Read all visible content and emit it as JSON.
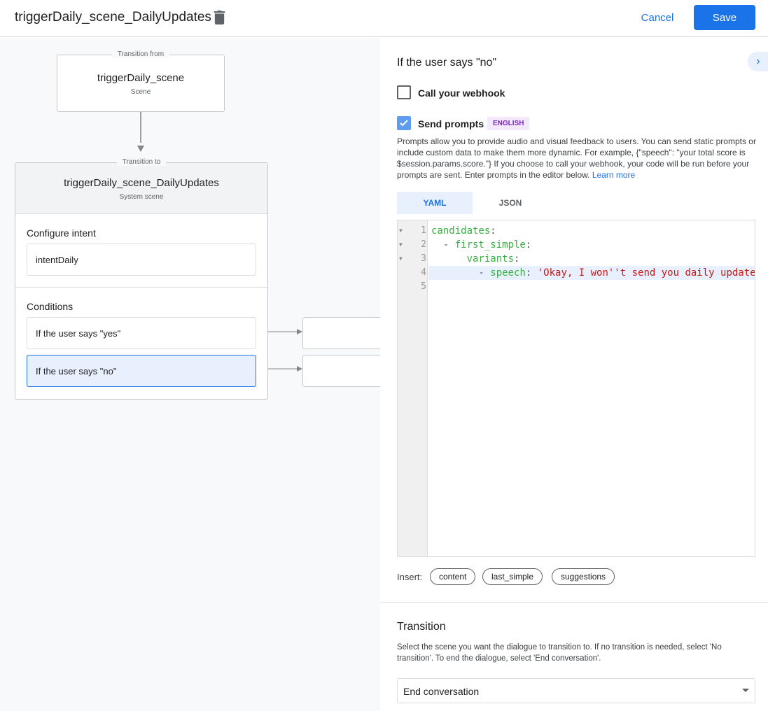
{
  "header": {
    "title": "triggerDaily_scene_DailyUpdates",
    "cancel": "Cancel",
    "save": "Save"
  },
  "canvas": {
    "from": {
      "legend": "Transition from",
      "name": "triggerDaily_scene",
      "type": "Scene"
    },
    "to": {
      "legend": "Transition to",
      "name": "triggerDaily_scene_DailyUpdates",
      "type": "System scene",
      "intent_heading": "Configure intent",
      "intent": "intentDaily",
      "conditions_heading": "Conditions",
      "conditions": [
        "If the user says \"yes\"",
        "If the user says \"no\""
      ]
    }
  },
  "panel": {
    "heading": "If the user says \"no\"",
    "webhook": {
      "label": "Call your webhook",
      "checked": false
    },
    "prompts": {
      "label": "Send prompts",
      "checked": true,
      "badge": "ENGLISH"
    },
    "description": "Prompts allow you to provide audio and visual feedback to users. You can send static prompts or include custom data to make them more dynamic. For example, {\"speech\": \"your total score is $session.params.score.\"} If you choose to call your webhook, your code will be run before your prompts are sent. Enter prompts in the editor below.",
    "learn_more": "Learn more",
    "tabs": [
      "YAML",
      "JSON"
    ],
    "active_tab": "YAML",
    "code": {
      "l1": "candidates",
      "l2": "first_simple",
      "l3": "variants",
      "l4k": "speech",
      "l4v": "'Okay, I won''t send you daily update"
    },
    "line_numbers": [
      "1",
      "2",
      "3",
      "4",
      "5"
    ],
    "insert_label": "Insert:",
    "insert_chips": [
      "content",
      "last_simple",
      "suggestions"
    ],
    "transition": {
      "heading": "Transition",
      "description": "Select the scene you want the dialogue to transition to. If no transition is needed, select 'No transition'. To end the dialogue, select 'End conversation'.",
      "selected": "End conversation"
    }
  },
  "colors": {
    "primary": "#1a73e8",
    "selected_condition": "#e8f0fe",
    "badge_bg": "#f3e8fd",
    "badge_text": "#7627bb"
  }
}
